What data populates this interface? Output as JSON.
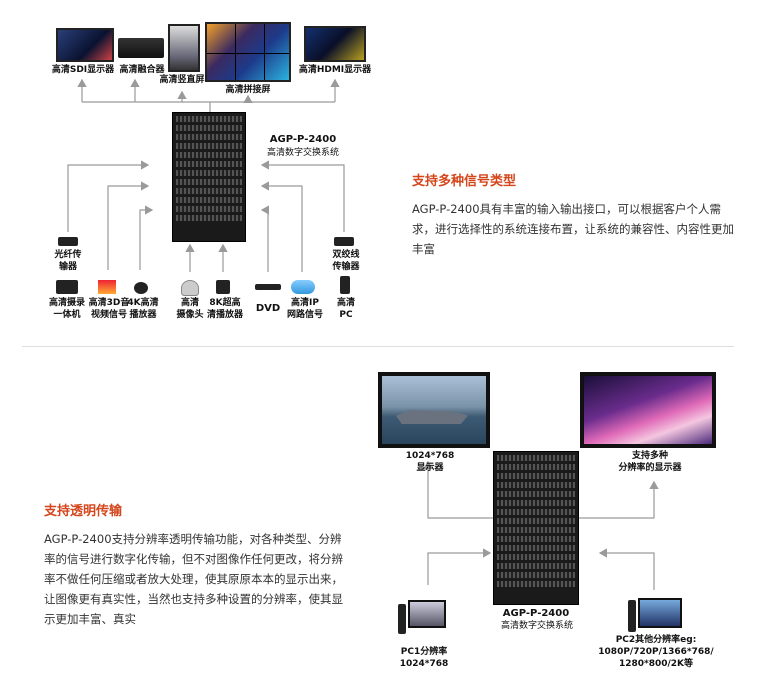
{
  "section1": {
    "outputs": {
      "sdi_display": "高清SDI显示器",
      "fusion_device": "高清融合器",
      "vertical_screen": "高清竖直屏",
      "splice_screen": "高清拼接屏",
      "hdmi_display": "高清HDMI显示器"
    },
    "system": {
      "model": "AGP-P-2400",
      "name": "高清数字交换系统"
    },
    "transmitters": {
      "fiber": "光纤传\n输器",
      "twisted_pair": "双绞线\n传输器"
    },
    "inputs": {
      "camcorder": "高清摄录\n一体机",
      "video_3d": "高清3D音\n视频信号",
      "player_4k": "4K高清\n播放器",
      "camera": "高清\n摄像头",
      "player_8k": "8K超高\n清播放器",
      "dvd": "DVD",
      "ip_signal": "高清IP\n网路信号",
      "pc": "高清\nPC"
    },
    "heading": "支持多种信号类型",
    "body": "AGP-P-2400具有丰富的输入输出接口，可以根据客户个人需求，进行选择性的系统连接布置，让系统的兼容性、内容性更加丰富"
  },
  "section2": {
    "heading": "支持透明传输",
    "body": "AGP-P-2400支持分辨率透明传输功能，对各种类型、分辨率的信号进行数字化传输，但不对图像作任何更改，将分辨率不做任何压缩或者放大处理，使其原原本本的显示出来，让图像更有真实性，当然也支持多种设置的分辨率，使其显示更加丰富、真实",
    "display_left": "1024*768\n显示器",
    "display_right": "支持多种\n分辨率的显示器",
    "system": {
      "model": "AGP-P-2400",
      "name": "高清数字交换系统"
    },
    "pc1": "PC1分辨率\n1024*768",
    "pc2": "PC2其他分辨率eg:\n1080P/720P/1366*768/\n1280*800/2K等"
  },
  "colors": {
    "heading": "#d4461c",
    "arrow": "#9a9a9a"
  }
}
